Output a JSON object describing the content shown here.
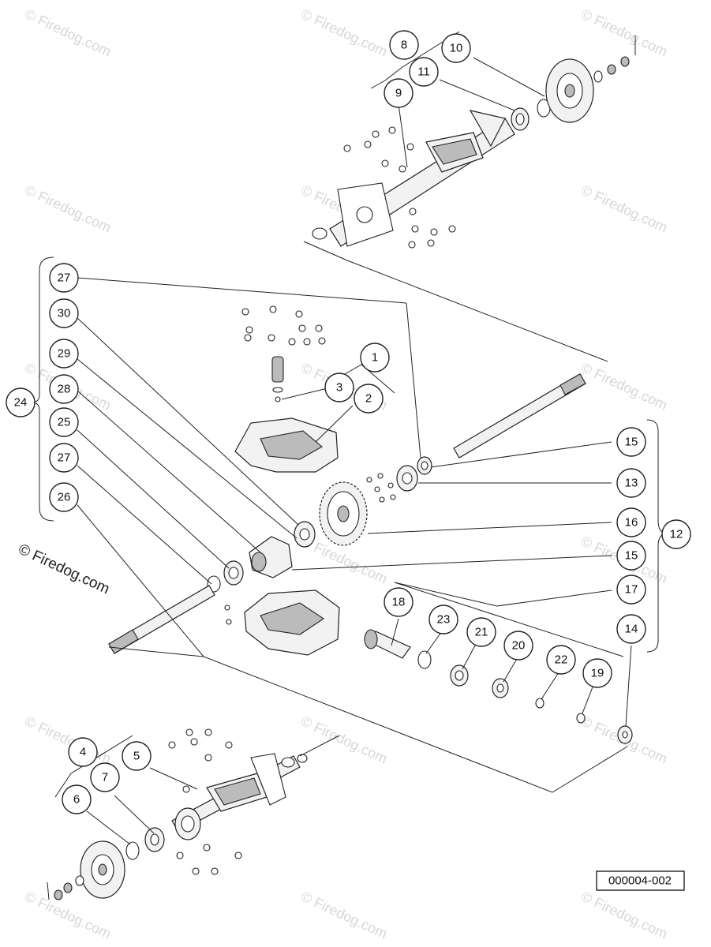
{
  "watermark": "© Firedog.com",
  "doc_number": "000004-002",
  "callouts": [
    "1",
    "2",
    "3",
    "4",
    "5",
    "6",
    "7",
    "8",
    "9",
    "10",
    "11",
    "12",
    "13",
    "14",
    "15",
    "15",
    "16",
    "17",
    "18",
    "19",
    "20",
    "21",
    "22",
    "23",
    "24",
    "25",
    "26",
    "27",
    "27",
    "28",
    "29",
    "30"
  ]
}
